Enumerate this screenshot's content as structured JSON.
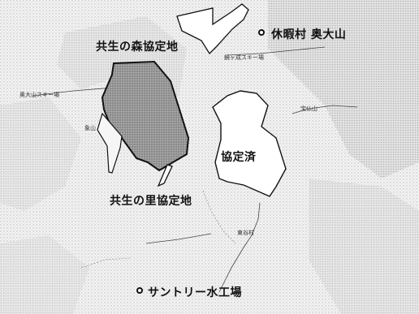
{
  "labels": {
    "kyosei_mori": "共生の森協定地",
    "kyosei_sato": "共生の里協定地",
    "kyotei_zumi": "協定済",
    "kyukamura": "休暇村 奥大山",
    "suntory": "サントリー水工場"
  },
  "small_labels": {
    "ski_north": "鏡ヶ成スキー場",
    "ski_west": "奥大山スキー場",
    "peak_east": "宝仏山",
    "village_south": "東谷村",
    "peak_west": "象山"
  },
  "colors": {
    "hatched_fill": "#9a9a9a",
    "outline": "#111111",
    "terrain": "#d8d8d8"
  }
}
